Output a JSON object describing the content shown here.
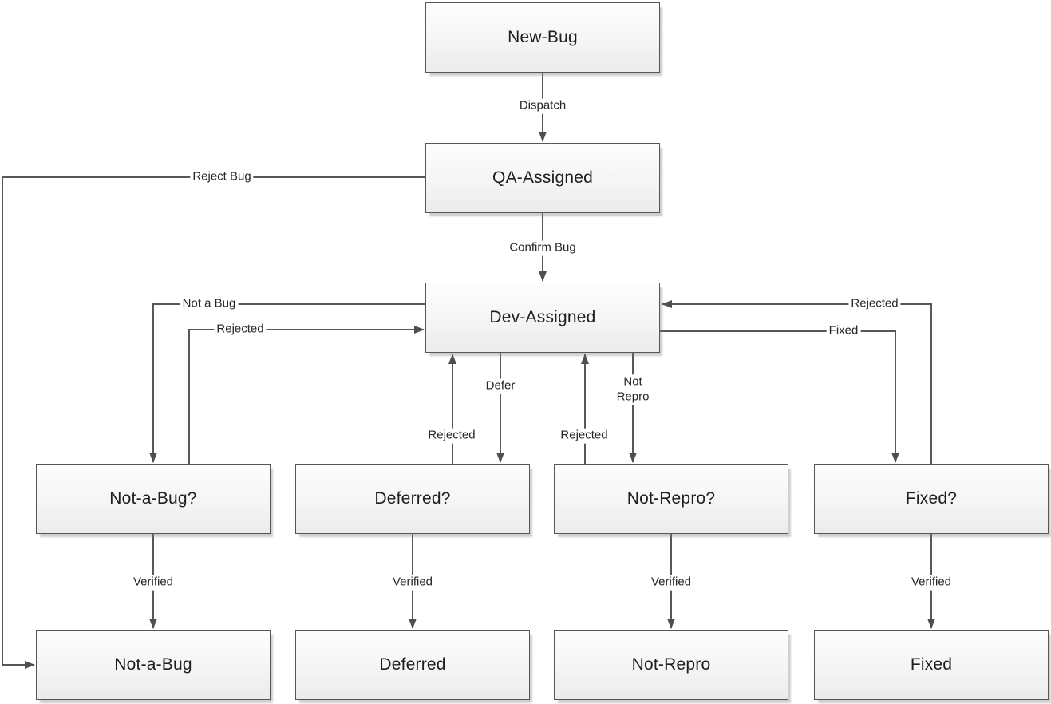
{
  "diagram": {
    "type": "flowchart",
    "description": "Bug workflow state diagram",
    "colors": {
      "background": "#ffffff",
      "node_border": "#565656",
      "node_fill_top": "#fdfdfd",
      "node_fill_bottom": "#ebebeb",
      "node_shadow": "#b5b5b5",
      "connector": "#575757",
      "arrowhead": "#4f4f4f",
      "text": "#1e1e1e"
    }
  },
  "nodes": {
    "new_bug": {
      "label": "New-Bug"
    },
    "qa_assigned": {
      "label": "QA-Assigned"
    },
    "dev_assigned": {
      "label": "Dev-Assigned"
    },
    "not_a_bug_q": {
      "label": "Not-a-Bug?"
    },
    "deferred_q": {
      "label": "Deferred?"
    },
    "not_repro_q": {
      "label": "Not-Repro?"
    },
    "fixed_q": {
      "label": "Fixed?"
    },
    "not_a_bug": {
      "label": "Not-a-Bug"
    },
    "deferred": {
      "label": "Deferred"
    },
    "not_repro": {
      "label": "Not-Repro"
    },
    "fixed": {
      "label": "Fixed"
    }
  },
  "edges": {
    "dispatch": {
      "label": "Dispatch",
      "from": "new_bug",
      "to": "qa_assigned"
    },
    "confirm_bug": {
      "label": "Confirm Bug",
      "from": "qa_assigned",
      "to": "dev_assigned"
    },
    "reject_bug": {
      "label": "Reject Bug",
      "from": "qa_assigned",
      "to": "not_a_bug"
    },
    "not_a_bug": {
      "label": "Not a Bug",
      "from": "dev_assigned",
      "to": "not_a_bug_q"
    },
    "rejected_from_not_a_bug": {
      "label": "Rejected",
      "from": "not_a_bug_q",
      "to": "dev_assigned"
    },
    "defer": {
      "label": "Defer",
      "from": "dev_assigned",
      "to": "deferred_q"
    },
    "rejected_from_deferred": {
      "label": "Rejected",
      "from": "deferred_q",
      "to": "dev_assigned"
    },
    "not_repro": {
      "label": "Not Repro",
      "from": "dev_assigned",
      "to": "not_repro_q"
    },
    "rejected_from_not_repro": {
      "label": "Rejected",
      "from": "not_repro_q",
      "to": "dev_assigned"
    },
    "fixed": {
      "label": "Fixed",
      "from": "dev_assigned",
      "to": "fixed_q"
    },
    "rejected_from_fixed": {
      "label": "Rejected",
      "from": "fixed_q",
      "to": "dev_assigned"
    },
    "verified_not_a_bug": {
      "label": "Verified",
      "from": "not_a_bug_q",
      "to": "not_a_bug"
    },
    "verified_deferred": {
      "label": "Verified",
      "from": "deferred_q",
      "to": "deferred"
    },
    "verified_not_repro": {
      "label": "Verified",
      "from": "not_repro_q",
      "to": "not_repro"
    },
    "verified_fixed": {
      "label": "Verified",
      "from": "fixed_q",
      "to": "fixed"
    }
  }
}
